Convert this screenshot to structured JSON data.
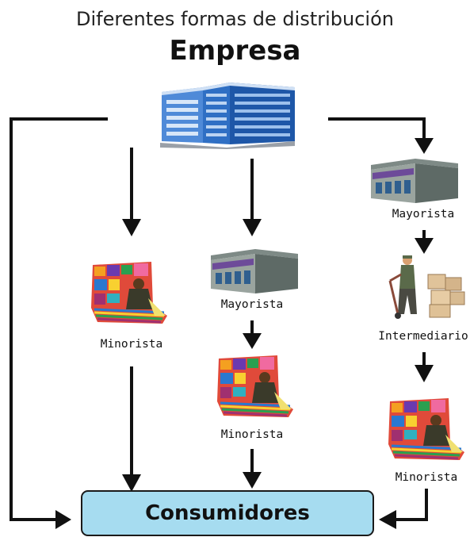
{
  "subtitle": "Diferentes formas de distribución",
  "title": "Empresa",
  "icons": {
    "company": "office-building-icon",
    "wholesaler": "warehouse-store-icon",
    "retailer": "market-vendor-icon",
    "intermediary": "delivery-worker-icon"
  },
  "colors": {
    "building": "#2f6fc4",
    "consumer_box": "#a6dcf0",
    "arrow": "#111111"
  },
  "channels": {
    "channel2": {
      "retailer": "Minorista"
    },
    "channel3": {
      "wholesaler": "Mayorista",
      "retailer": "Minorista"
    },
    "channel4": {
      "wholesaler": "Mayorista",
      "intermediary": "Intermediario",
      "retailer": "Minorista"
    }
  },
  "consumers": "Consumidores"
}
